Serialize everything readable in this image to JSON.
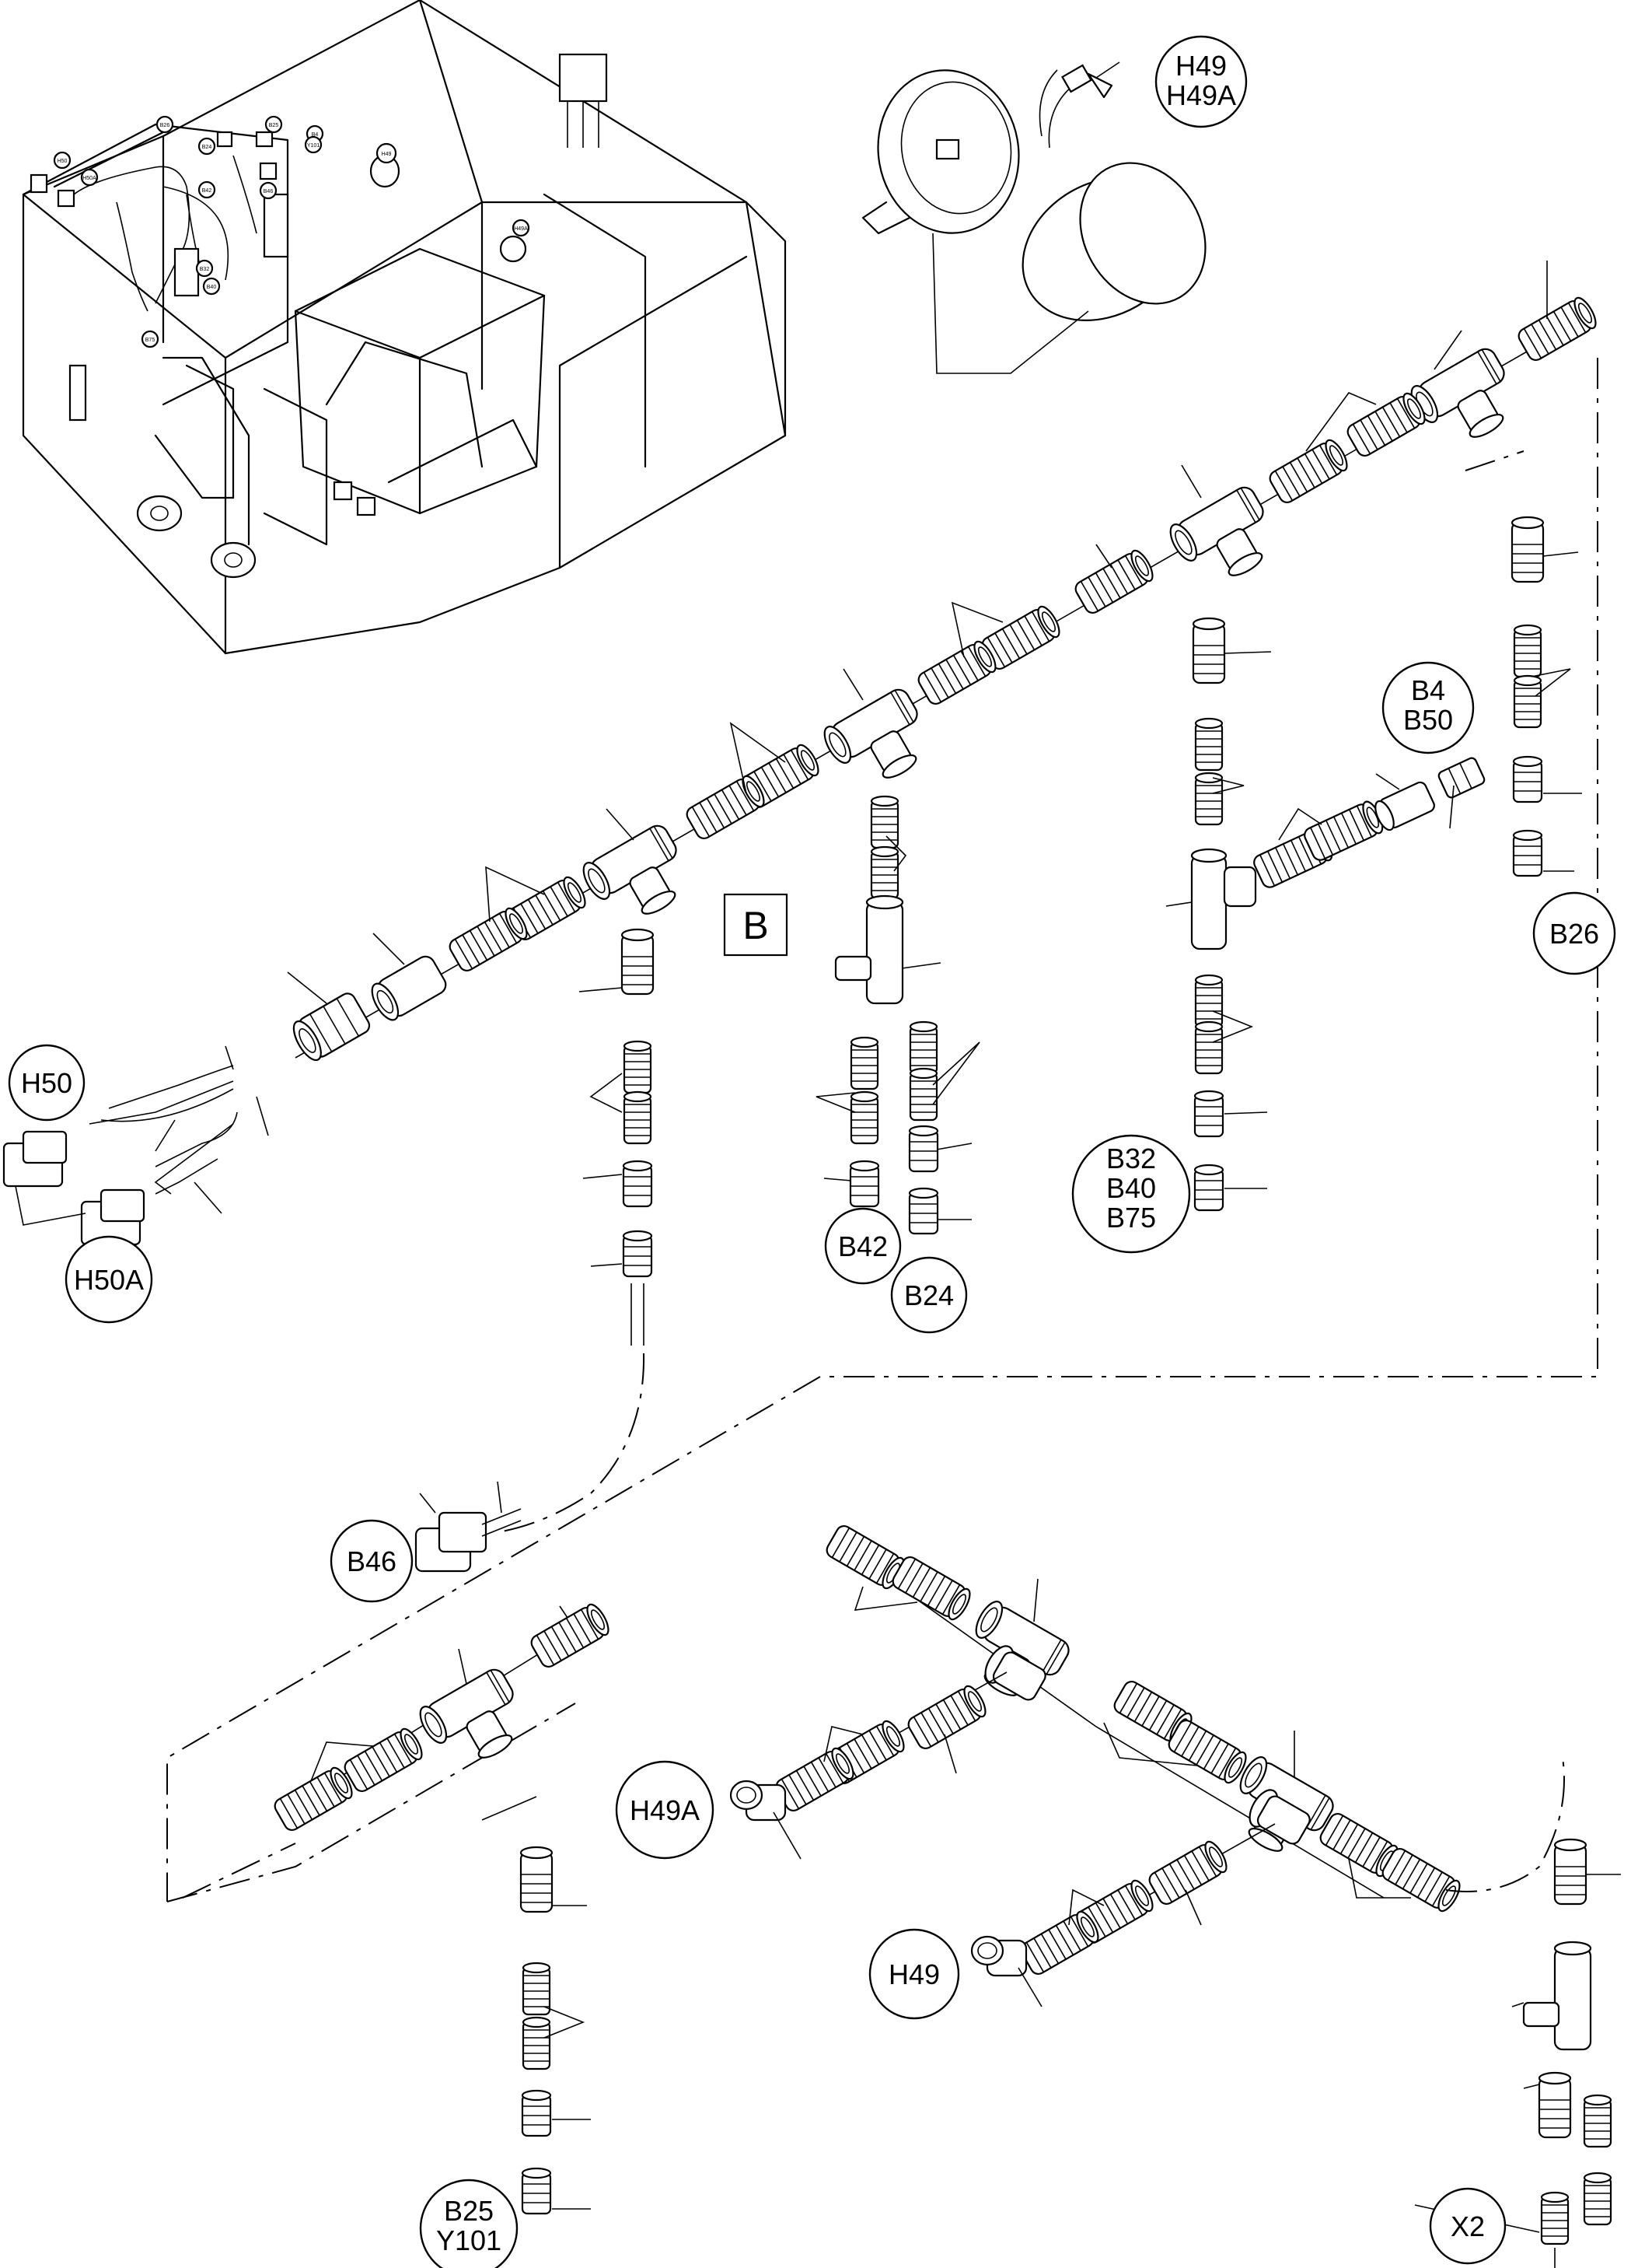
{
  "section_label": "B",
  "callouts": {
    "h49_h49a": [
      "H49",
      "H49A"
    ],
    "b4_b50": [
      "B4",
      "B50"
    ],
    "b26": "B26",
    "h50": "H50",
    "h50a": "H50A",
    "b42": "B42",
    "b24": "B24",
    "b32_b40_b75": [
      "B32",
      "B40",
      "B75"
    ],
    "b46": "B46",
    "h49a": "H49A",
    "h49": "H49",
    "b25_y101": [
      "B25",
      "Y101"
    ],
    "x2": "X2"
  },
  "overview_tags": [
    "H50",
    "H50A",
    "B26",
    "B24",
    "B42",
    "B46",
    "B32",
    "B40",
    "B75",
    "B4",
    "Y101",
    "H49",
    "H49A",
    "B25"
  ]
}
